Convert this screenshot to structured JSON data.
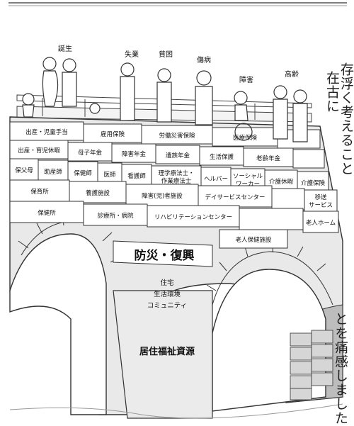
{
  "people_labels": {
    "birth": "誕生",
    "unemployment": "失業",
    "poverty": "貧困",
    "injury_illness": "傷病",
    "disability": "障害",
    "old_age": "高齢"
  },
  "bricks": {
    "row1": [
      "出産・児童手当",
      "雇用保険",
      "労働災害保険",
      "医療保険"
    ],
    "row2": [
      "出産・育児休暇",
      "母子年金",
      "障害年金",
      "遺族年金",
      "生活保護",
      "老齢年金"
    ],
    "row3": [
      "保父母",
      "助産師",
      "保健師",
      "医師",
      "看護師",
      "理学療法士・",
      "作業療法士",
      "ヘルパー",
      "ソーシャル",
      "ワーカー",
      "介護休暇",
      "介護保険"
    ],
    "row4": [
      "保育所",
      "養護施設",
      "障害(児)者施設",
      "デイサービスセンター",
      "移送",
      "サービス"
    ],
    "row5": [
      "保健所",
      "診療所・病院",
      "リハビリテーションセンター",
      "老人ホーム"
    ],
    "row6": [
      "老人保健施設"
    ]
  },
  "deck_title": "防災・復興",
  "pillar_upper": [
    "住宅",
    "生活環境",
    "コミュニティ"
  ],
  "pillar_lower": "居住福祉資源",
  "side_text": {
    "col1": "存",
    "col2": "在",
    "col3": "古",
    "col4": "に",
    "col5": "浮",
    "col6": "く",
    "col7": "考",
    "col8": "え",
    "col9": "る",
    "col10": "こと",
    "col11": "と",
    "col12": "を",
    "col13": "痛",
    "col14": "感",
    "col15": "し",
    "col16": "ま",
    "col17": "し",
    "col18": "た"
  }
}
